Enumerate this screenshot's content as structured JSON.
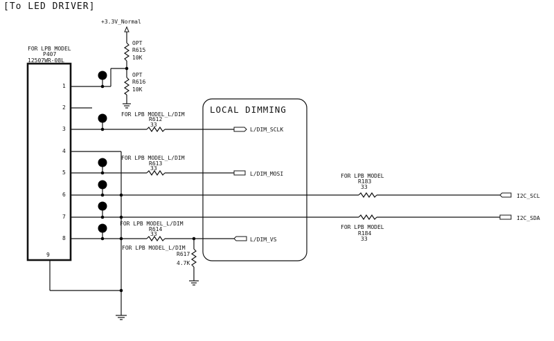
{
  "title": "[To LED DRIVER]",
  "power": {
    "net": "+3.3V_Normal"
  },
  "connector": {
    "label_lines": [
      "FOR LPB MODEL",
      "P407",
      "12507WR-08L"
    ],
    "pins": [
      "1",
      "2",
      "3",
      "4",
      "5",
      "6",
      "7",
      "8",
      "9"
    ]
  },
  "resistors": {
    "R615": {
      "opt": "OPT",
      "ref": "R615",
      "value": "10K"
    },
    "R616": {
      "opt": "OPT",
      "ref": "R616",
      "value": "10K"
    },
    "R612": {
      "note": "FOR LPB MODEL_L/DIM",
      "ref": "R612",
      "value": "33"
    },
    "R613": {
      "note": "FOR LPB MODEL_L/DIM",
      "ref": "R613",
      "value": "33"
    },
    "R614": {
      "note": "FOR LPB MODEL_L/DIM",
      "ref": "R614",
      "value": "33"
    },
    "R617": {
      "note": "FOR LPB MODEL_L/DIM",
      "ref": "R617",
      "value": "4.7K"
    },
    "R183": {
      "note": "FOR LPB MODEL",
      "ref": "R183",
      "value": "33"
    },
    "R184": {
      "note": "FOR LPB MODEL",
      "ref": "R184",
      "value": "33"
    }
  },
  "local_dimming": {
    "title": "LOCAL DIMMING",
    "signals": {
      "sclk": "L/DIM_SCLK",
      "mosi": "L/DIM_MOSI",
      "vs": "L/DIM_VS"
    }
  },
  "i2c": {
    "scl": "I2C_SCL",
    "sda": "I2C_SDA"
  }
}
